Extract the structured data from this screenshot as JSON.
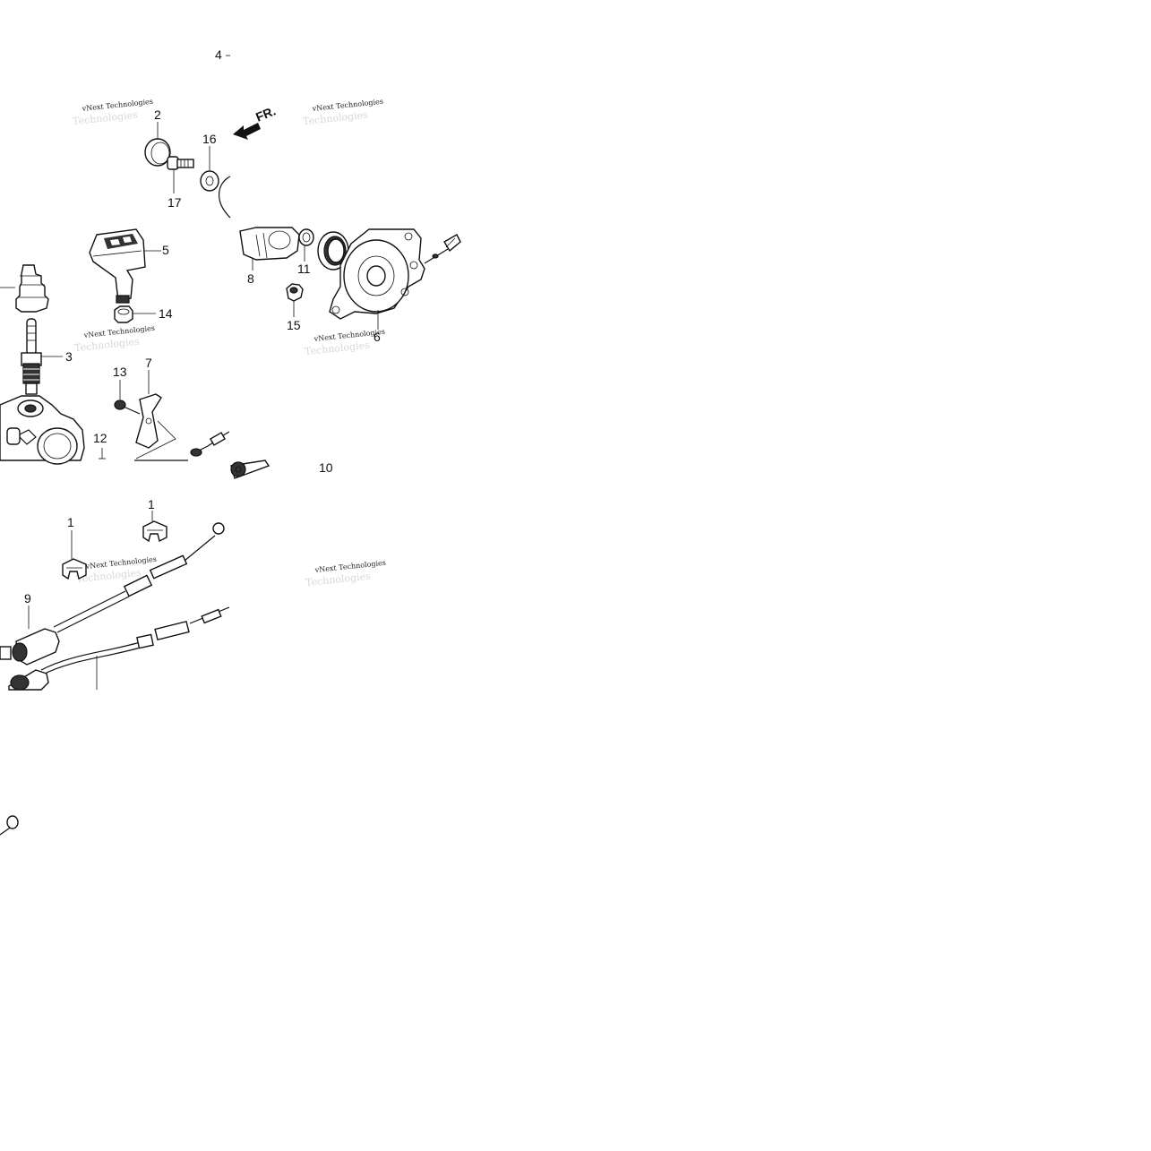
{
  "diagram": {
    "top_label": "4",
    "front_arrow_label": "FR.",
    "watermark_text": "vNext Technologies",
    "watermark_ghost": "Technologies",
    "callouts": {
      "c1a": "1",
      "c1b": "1",
      "c2": "2",
      "c3": "3",
      "c5": "5",
      "c6": "6",
      "c7": "7",
      "c8": "8",
      "c9": "9",
      "c10": "10",
      "c11": "11",
      "c12": "12",
      "c13": "13",
      "c14": "14",
      "c15": "15",
      "c16": "16",
      "c17": "17"
    }
  }
}
